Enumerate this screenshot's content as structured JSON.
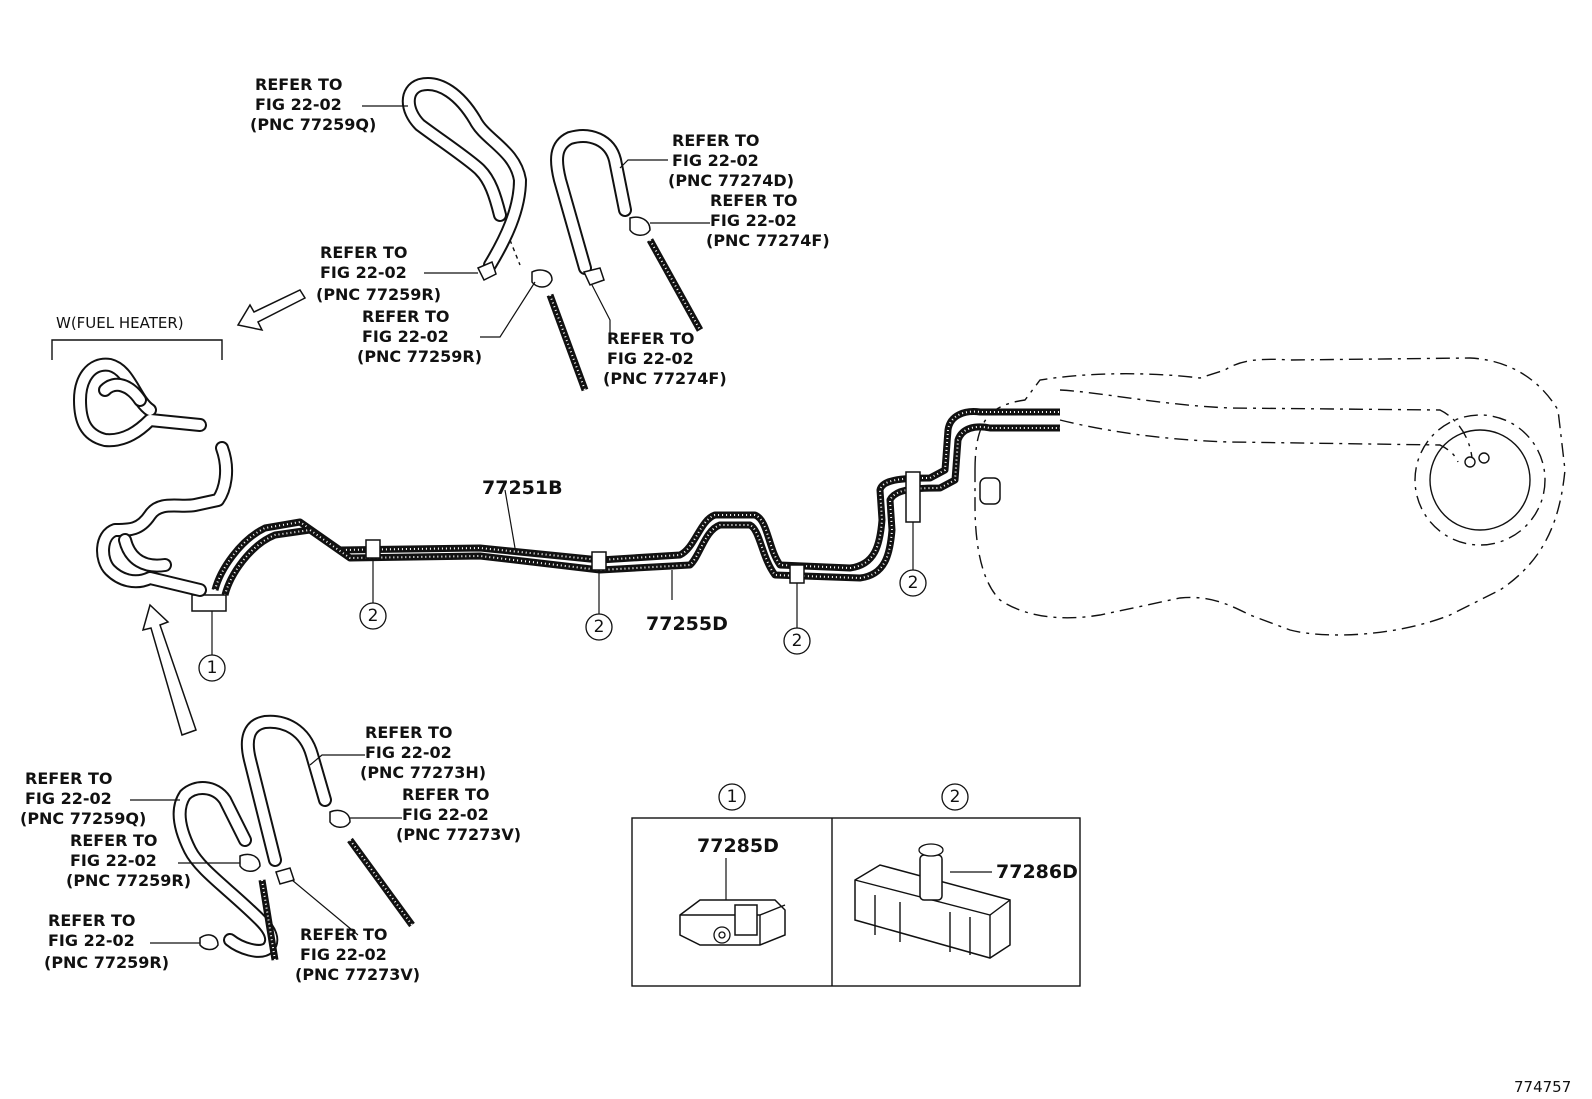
{
  "refer_notes": [
    {
      "id": "r1",
      "line1": "REFER TO",
      "line2": "FIG 22-02",
      "line3": "(PNC 77259Q)"
    },
    {
      "id": "r2",
      "line1": "REFER TO",
      "line2": "FIG 22-02",
      "line3": "(PNC 77274D)"
    },
    {
      "id": "r3",
      "line1": "REFER TO",
      "line2": "FIG 22-02",
      "line3": "(PNC 77274F)"
    },
    {
      "id": "r4",
      "line1": "REFER TO",
      "line2": "FIG 22-02",
      "line3": "(PNC 77259R)"
    },
    {
      "id": "r5",
      "line1": "REFER TO",
      "line2": "FIG 22-02",
      "line3": "(PNC 77259R)"
    },
    {
      "id": "r6",
      "line1": "REFER TO",
      "line2": "FIG 22-02",
      "line3": "(PNC 77274F)"
    },
    {
      "id": "r7",
      "line1": "REFER TO",
      "line2": "FIG 22-02",
      "line3": "(PNC 77273H)"
    },
    {
      "id": "r8",
      "line1": "REFER TO",
      "line2": "FIG 22-02",
      "line3": "(PNC 77259Q)"
    },
    {
      "id": "r9",
      "line1": "REFER TO",
      "line2": "FIG 22-02",
      "line3": "(PNC 77273V)"
    },
    {
      "id": "r10",
      "line1": "REFER TO",
      "line2": "FIG 22-02",
      "line3": "(PNC 77259R)"
    },
    {
      "id": "r11",
      "line1": "REFER TO",
      "line2": "FIG 22-02",
      "line3": "(PNC 77259R)"
    },
    {
      "id": "r12",
      "line1": "REFER TO",
      "line2": "FIG 22-02",
      "line3": "(PNC 77273V)"
    }
  ],
  "fuel_heater_label": "W(FUEL HEATER)",
  "part_numbers": {
    "main_tube": "77251B",
    "tube_2": "77255D",
    "clamp_1": "77285D",
    "clamp_2": "77286D"
  },
  "callouts": {
    "one": "1",
    "two": "2"
  },
  "figure_id": "774757"
}
